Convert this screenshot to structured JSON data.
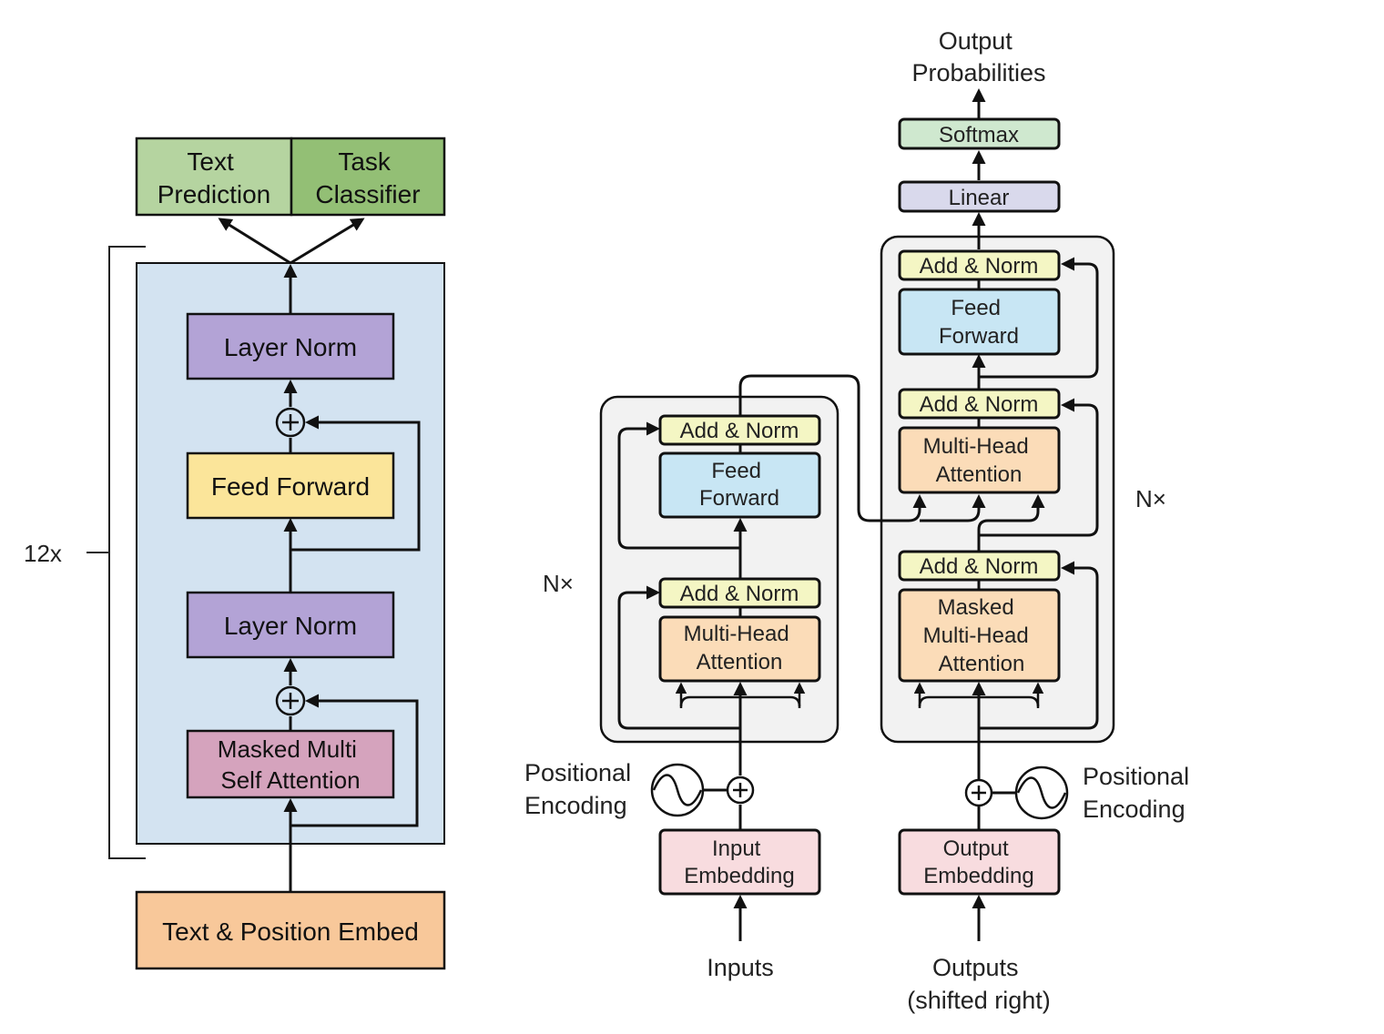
{
  "gpt": {
    "heads": {
      "text_prediction": [
        "Text",
        "Prediction"
      ],
      "task_classifier": [
        "Task",
        "Classifier"
      ]
    },
    "layer_norm_top": "Layer Norm",
    "feed_forward": "Feed Forward",
    "layer_norm_bottom": "Layer Norm",
    "masked_attention": [
      "Masked Multi",
      "Self Attention"
    ],
    "embed": "Text & Position Embed",
    "repeat": "12x",
    "colors": {
      "block_bg": "#d3e3f1",
      "heads_light": "#b5d4a0",
      "heads_dark": "#93bf75",
      "layer_norm": "#b3a3d6",
      "feed_forward": "#fbe59a",
      "attention": "#d5a3bd",
      "embed": "#f8c89a"
    }
  },
  "transformer": {
    "output_probabilities": [
      "Output",
      "Probabilities"
    ],
    "softmax": "Softmax",
    "linear": "Linear",
    "encoder": {
      "add_norm_top": "Add & Norm",
      "feed_forward": [
        "Feed",
        "Forward"
      ],
      "add_norm_bottom": "Add & Norm",
      "attention": [
        "Multi-Head",
        "Attention"
      ],
      "repeat": "N×"
    },
    "decoder": {
      "add_norm_1": "Add & Norm",
      "feed_forward": [
        "Feed",
        "Forward"
      ],
      "add_norm_2": "Add & Norm",
      "cross_attention": [
        "Multi-Head",
        "Attention"
      ],
      "add_norm_3": "Add & Norm",
      "masked_attention": [
        "Masked",
        "Multi-Head",
        "Attention"
      ],
      "repeat": "N×"
    },
    "positional_encoding_left": [
      "Positional",
      "Encoding"
    ],
    "positional_encoding_right": [
      "Positional",
      "Encoding"
    ],
    "input_embedding": [
      "Input",
      "Embedding"
    ],
    "output_embedding": [
      "Output",
      "Embedding"
    ],
    "inputs": "Inputs",
    "outputs": [
      "Outputs",
      "(shifted right)"
    ],
    "colors": {
      "stack_bg": "#f2f2f2",
      "add_norm": "#f4f6c4",
      "feed_forward": "#c8e6f4",
      "attention": "#fbdcb8",
      "embedding": "#f8dcdf",
      "linear": "#d9d9ec",
      "softmax": "#cfe8cf"
    }
  }
}
